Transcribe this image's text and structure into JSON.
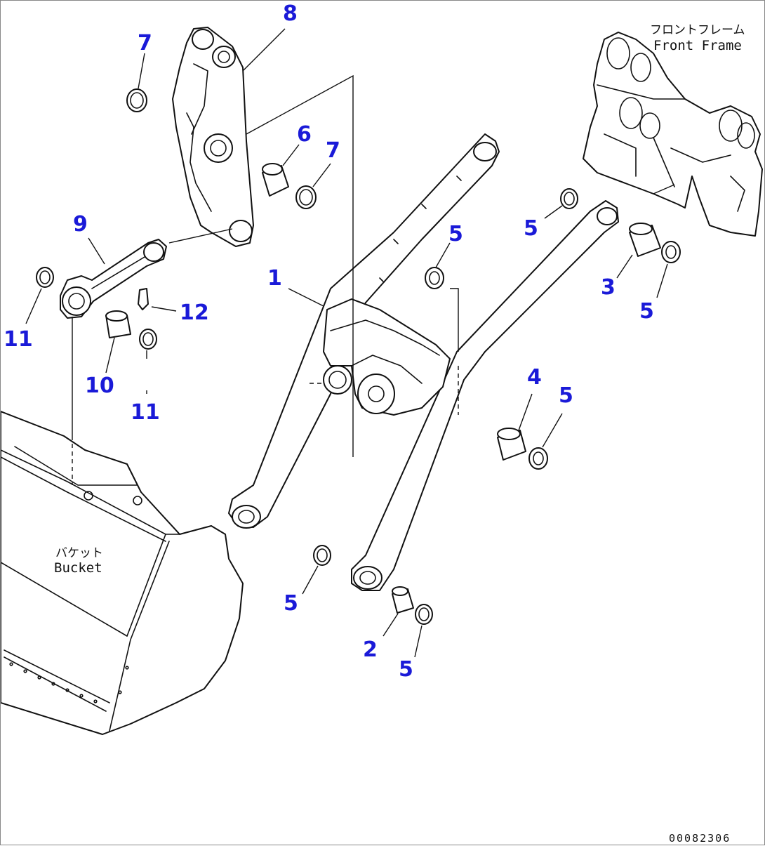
{
  "drawing": {
    "labels": {
      "front_frame_jp": "フロントフレーム",
      "front_frame_en": "Front Frame",
      "bucket_jp": "バケット",
      "bucket_en": "Bucket",
      "drawing_code": "00082306"
    },
    "callouts": {
      "c1": "1",
      "c2": "2",
      "c3": "3",
      "c4": "4",
      "c5a": "5",
      "c5b": "5",
      "c5c": "5",
      "c5d": "5",
      "c5e": "5",
      "c5f": "5",
      "c6": "6",
      "c7a": "7",
      "c7b": "7",
      "c8": "8",
      "c9": "9",
      "c10": "10",
      "c11a": "11",
      "c11b": "11",
      "c12": "12"
    },
    "colors": {
      "callout": "#1a1ad8",
      "line": "#111111",
      "background": "#ffffff"
    }
  }
}
